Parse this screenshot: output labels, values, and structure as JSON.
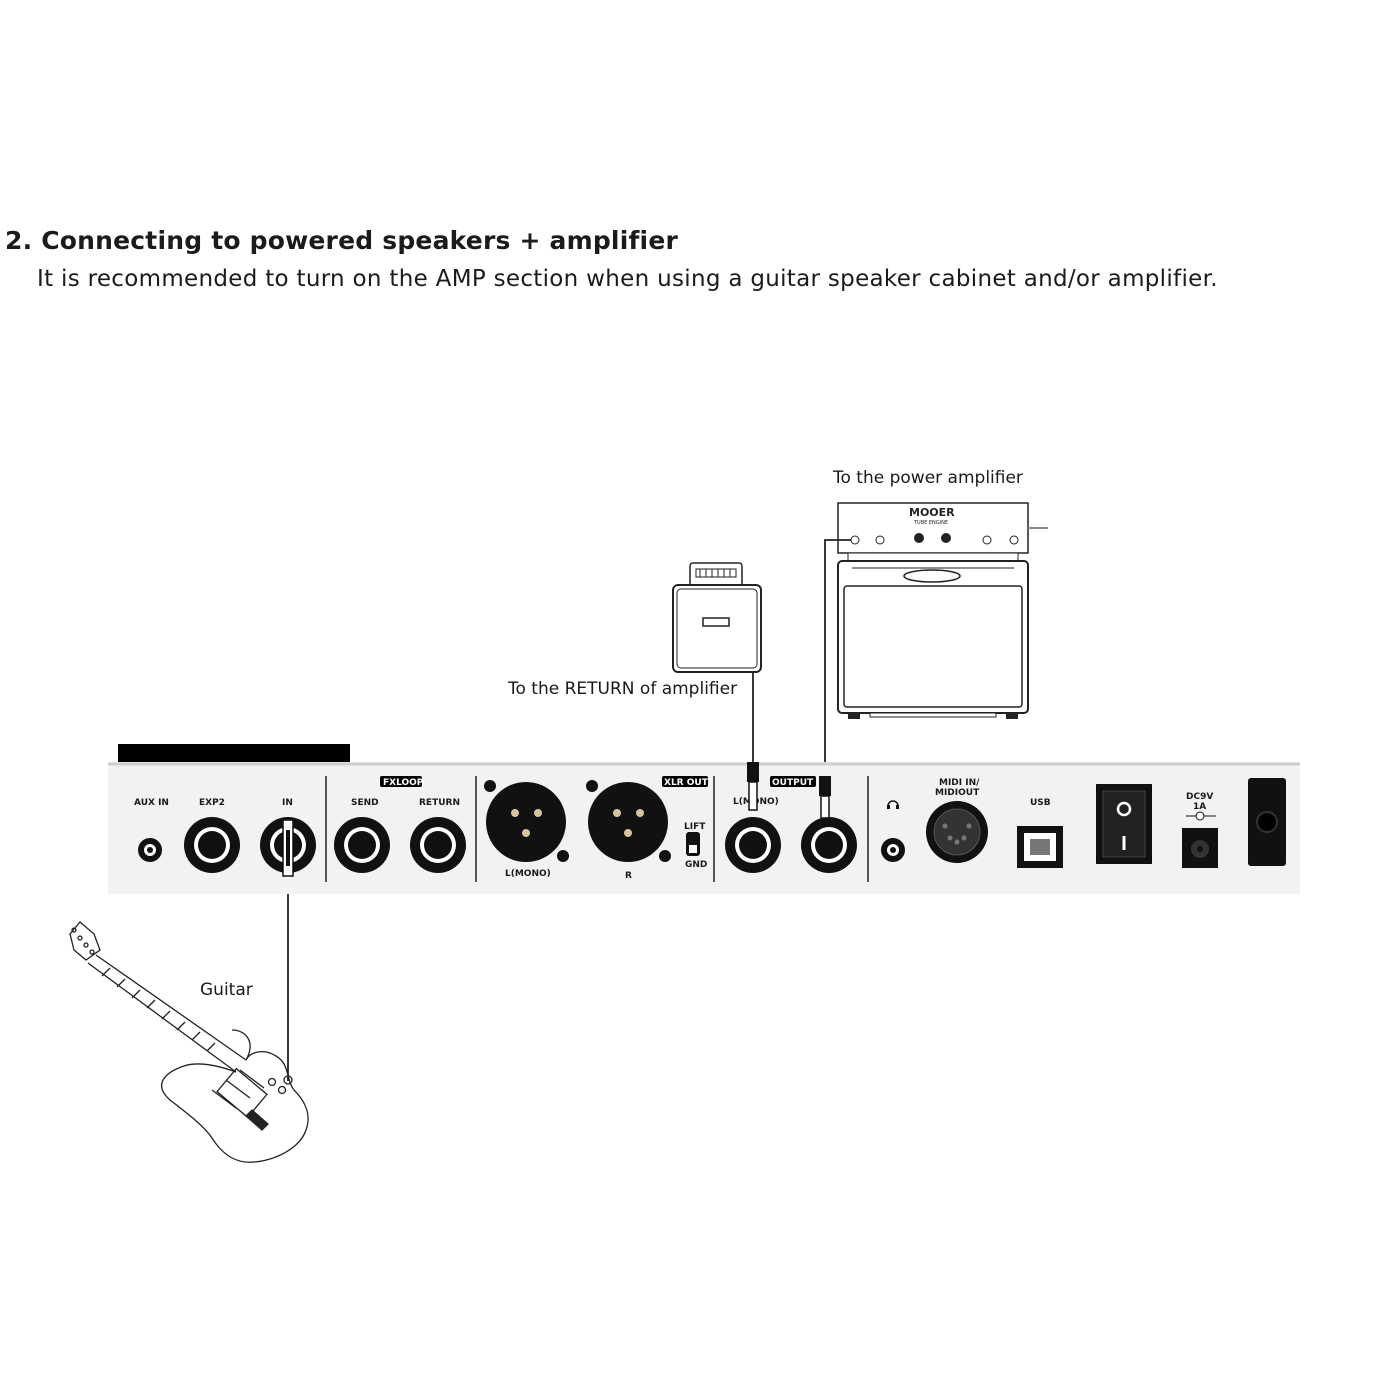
{
  "section": {
    "title": "2. Connecting to powered speakers + amplifier",
    "description": "It is recommended to turn on the AMP section when using a guitar speaker cabinet and/or amplifier."
  },
  "captions": {
    "power_amp": "To the power amplifier",
    "return_amp": "To the RETURN of amplifier",
    "guitar": "Guitar"
  },
  "panel": {
    "aux_in": "AUX IN",
    "exp2": "EXP2",
    "in": "IN",
    "fx_loop": "FXLOOP",
    "send": "SEND",
    "return": "RETURN",
    "xlr_out": "XLR OUT",
    "xlr_l": "L(MONO)",
    "xlr_r": "R",
    "lift": "LIFT",
    "gnd": "GND",
    "output": "OUTPUT",
    "output_l": "L(MONO)",
    "midi": "MIDI IN/\nMIDIOUT",
    "usb": "USB",
    "power_o": "O",
    "power_i": "I",
    "dc_line1": "DC9V",
    "dc_line2": "1A"
  },
  "amp_head": {
    "brand": "MOOER",
    "model": "TUBE ENGINE"
  },
  "colors": {
    "ink": "#1a1a1a",
    "panel": "#f2f2f2",
    "accent": "#000000"
  }
}
